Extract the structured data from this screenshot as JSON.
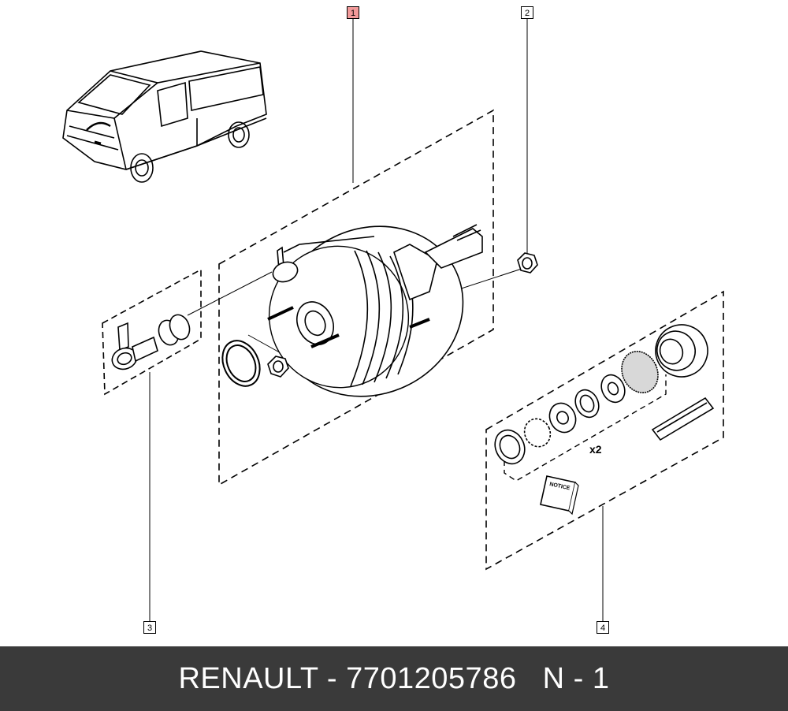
{
  "callouts": [
    "1",
    "2",
    "3",
    "4"
  ],
  "highlight_color": "#f29a9a",
  "footer": {
    "brand": "RENAULT",
    "separator": " - ",
    "part_number": "7701205786",
    "gap": "   ",
    "ref": "N - 1",
    "background": "#3a3a3a"
  },
  "labels": {
    "qty": "x2",
    "booklet": "NOTICE"
  },
  "icons": {
    "vehicle": "van-illustration",
    "booster": "brake-servo-illustration",
    "nut": "hex-nut",
    "kit": "repair-kit"
  }
}
